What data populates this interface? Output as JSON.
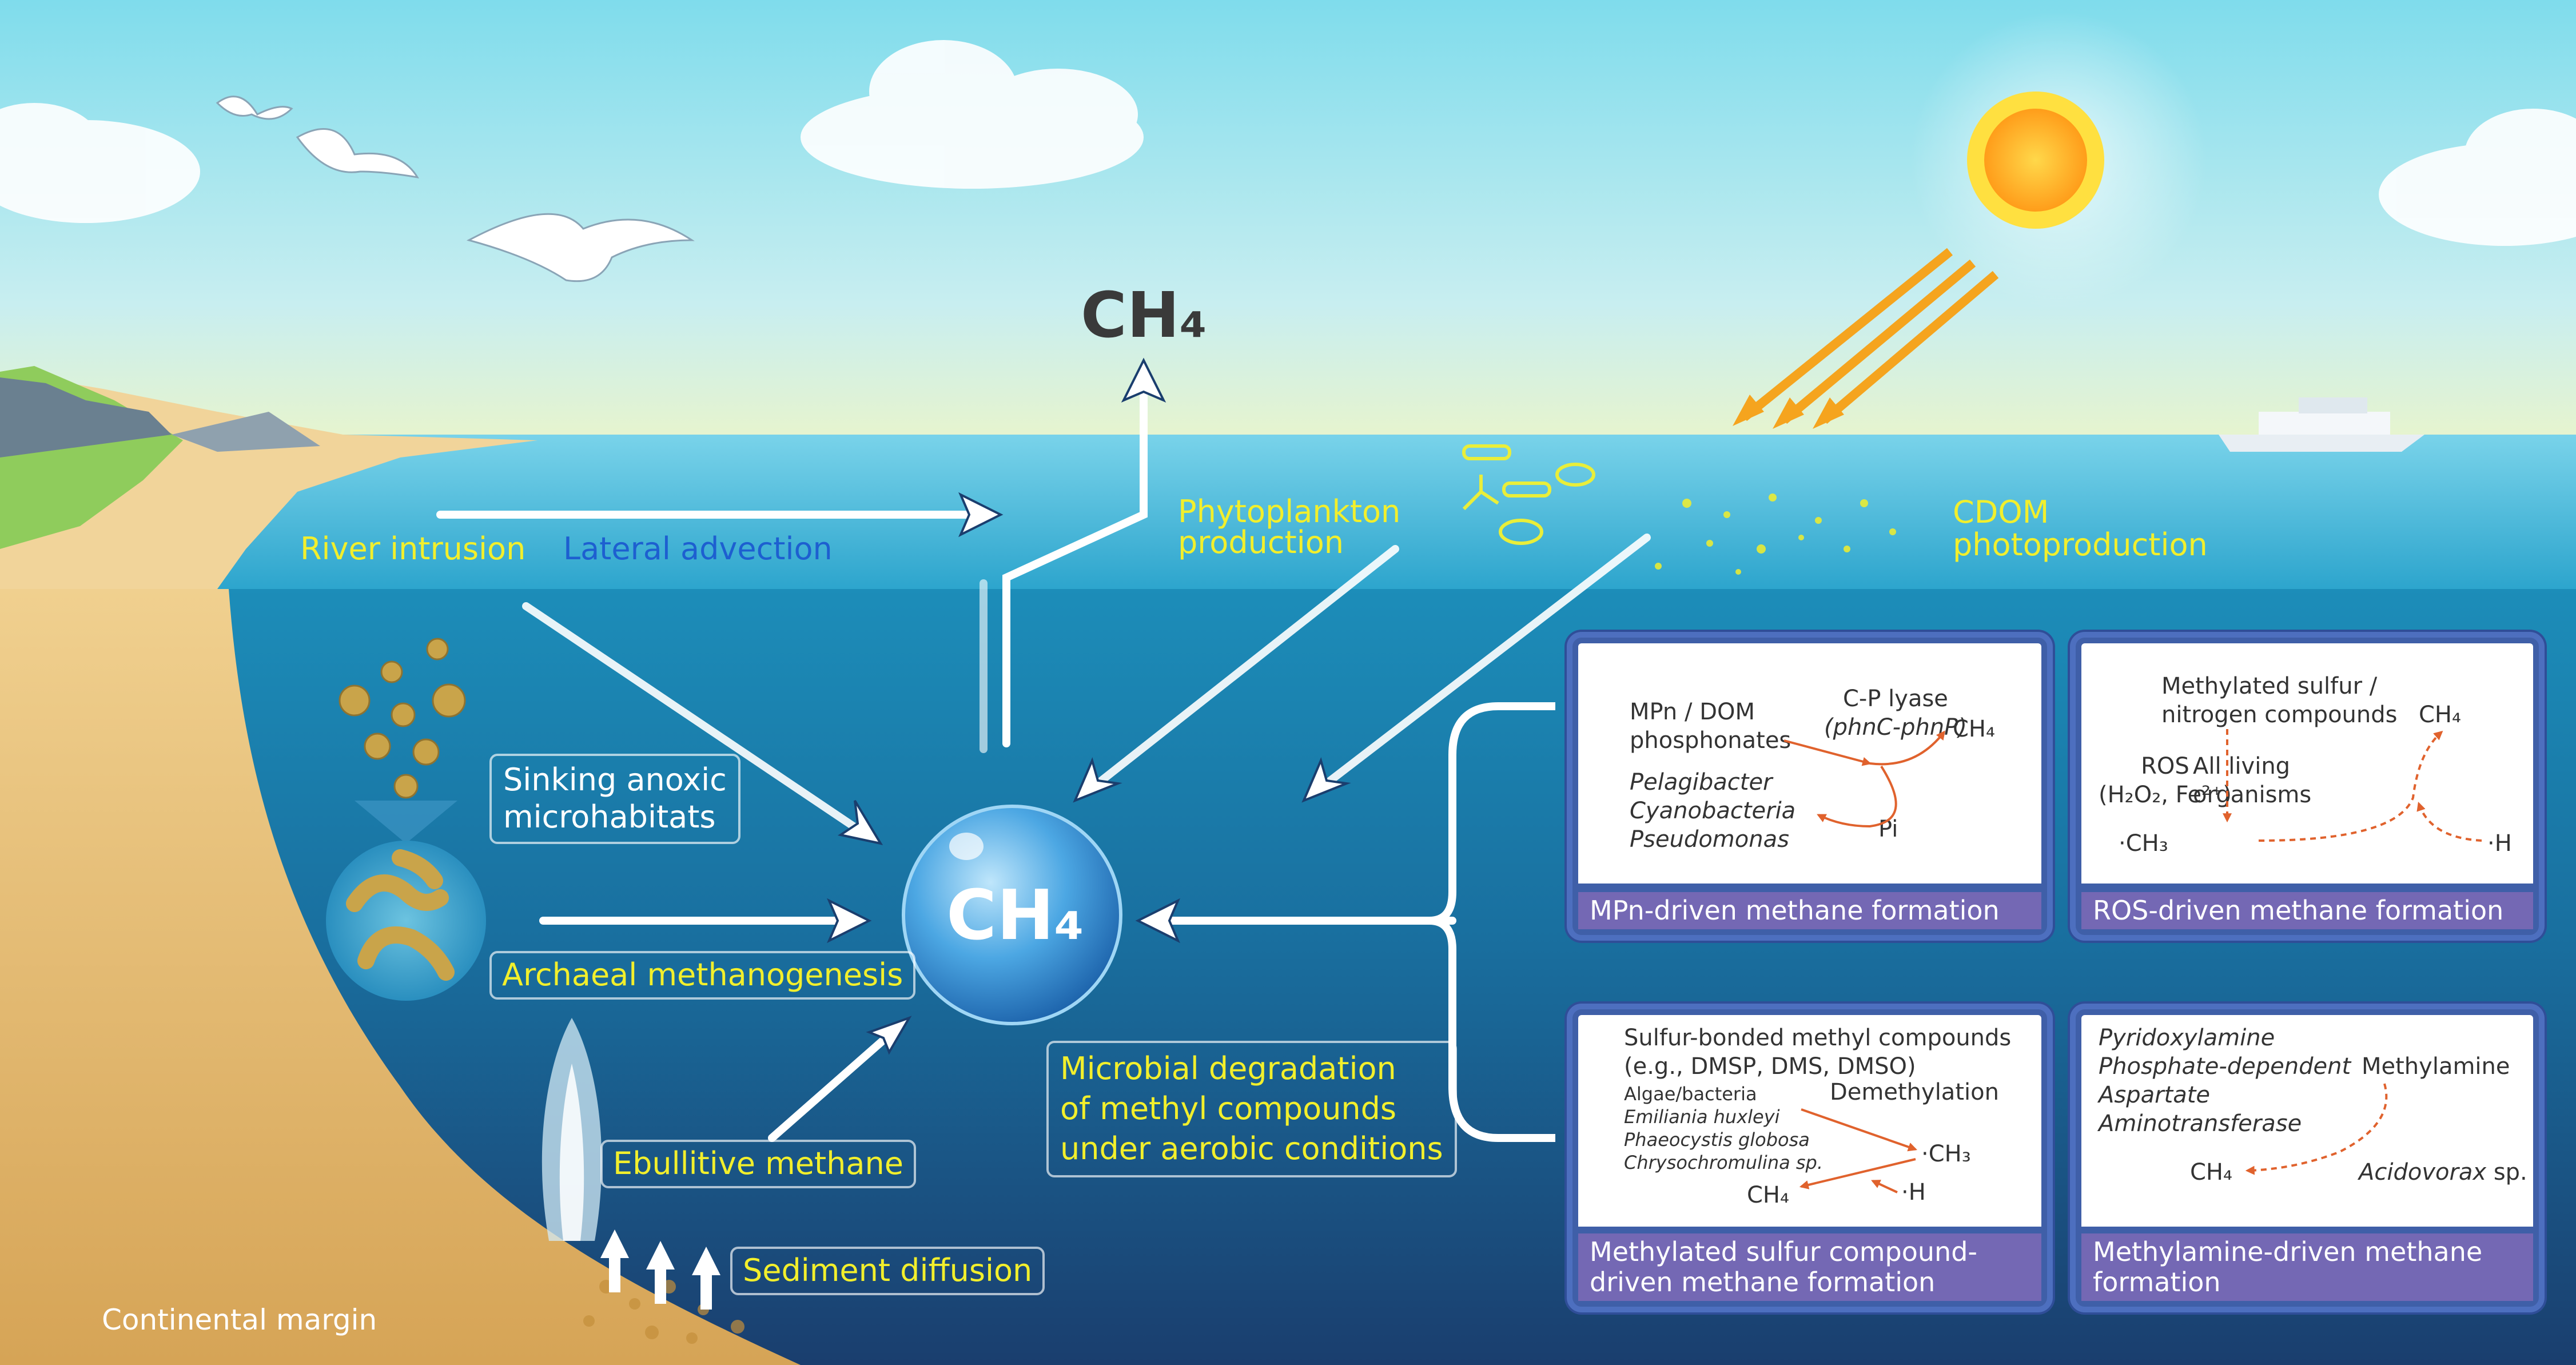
{
  "ch4_top": "CH₄",
  "ch4_center": "CH₄",
  "labels": {
    "river_intrusion": "River intrusion",
    "lateral_advection": "Lateral advection",
    "phytoplankton": [
      "Phytoplankton",
      "production"
    ],
    "cdom": [
      "CDOM",
      "photoproduction"
    ],
    "sinking": [
      "Sinking anoxic",
      "microhabitats"
    ],
    "archaeal": "Archaeal methanogenesis",
    "ebullitive": "Ebullitive methane",
    "sediment": "Sediment diffusion",
    "continental": "Continental margin",
    "microbial": [
      "Microbial degradation",
      "of methyl compounds",
      "under aerobic conditions"
    ]
  },
  "panels": {
    "mpn": {
      "title": "MPn-driven methane formation",
      "source": [
        "MPn / DOM",
        "phosphonates"
      ],
      "enzyme": [
        "C-P lyase",
        "(phnC-phnP)"
      ],
      "product": "CH₄",
      "pi": "Pi",
      "organisms": [
        "Pelagibacter",
        "Cyanobacteria",
        "Pseudomonas"
      ]
    },
    "ros": {
      "title": "ROS-driven methane formation",
      "source": [
        "Methylated sulfur /",
        "nitrogen compounds"
      ],
      "ros": [
        "ROS",
        "(H₂O₂, Fe²⁺)"
      ],
      "organisms": [
        "All living",
        "organisms"
      ],
      "product": "CH₄",
      "ch3": "·CH₃",
      "h": "·H"
    },
    "sulfur": {
      "title": [
        "Methylated sulfur compound-",
        "driven methane formation"
      ],
      "source": [
        "Sulfur-bonded methyl compounds",
        "(e.g., DMSP, DMS, DMSO)"
      ],
      "organisms": [
        "Algae/bacteria",
        "Emiliania huxleyi",
        "Phaeocystis globosa",
        "Chrysochromulina sp."
      ],
      "process": "Demethylation",
      "ch3": "·CH₃",
      "product": "CH₄",
      "h": "·H"
    },
    "methylamine": {
      "title": [
        "Methylamine-driven methane",
        "formation"
      ],
      "enzyme": [
        "Pyridoxylamine",
        "Phosphate-dependent",
        "Aspartate",
        "Aminotransferase"
      ],
      "source": "Methylamine",
      "product": "CH₄",
      "organism": "Acidovorax",
      "organism_suffix": " sp."
    }
  },
  "colors": {
    "label_yellow": "#f2ef2c",
    "lateral_blue": "#1d5fd0",
    "panel_title_bg": "#7468b4",
    "reaction_arrow": "#e0622d"
  }
}
